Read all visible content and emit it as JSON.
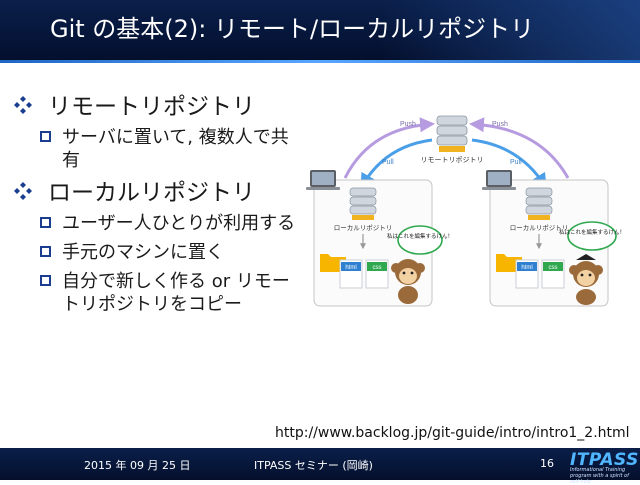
{
  "slide": {
    "title": "Git の基本(2): リモート/ローカルリポジトリ",
    "bullets": [
      {
        "label": "リモートリポジトリ",
        "children": [
          "サーバに置いて, 複数人で共有"
        ]
      },
      {
        "label": "ローカルリポジトリ",
        "children": [
          "ユーザー人ひとりが利用する",
          "手元のマシンに置く",
          "自分で新しく作る or リモートリポジトリをコピー"
        ]
      }
    ],
    "source_url": "http://www.backlog.jp/git-guide/intro/intro1_2.html"
  },
  "diagram": {
    "remote_label": "リモートリポジトリ",
    "push_label": "Push",
    "pull_label": "Pull",
    "local_label": "ローカルリポジトリ",
    "file_html": "html",
    "file_css": "css",
    "speech": "私はこれを編集するけん！",
    "colors": {
      "push_arrow": "#b79be0",
      "pull_arrow": "#4a9fe8",
      "server_gold": "#f0b21e"
    }
  },
  "footer": {
    "date": "2015 年 09 月 25 日",
    "event": "ITPASS セミナー (岡崎)",
    "page_number": "16",
    "logo_text": "ITPASS",
    "logo_tagline": "Informational Training program with a spirit of self-help"
  }
}
